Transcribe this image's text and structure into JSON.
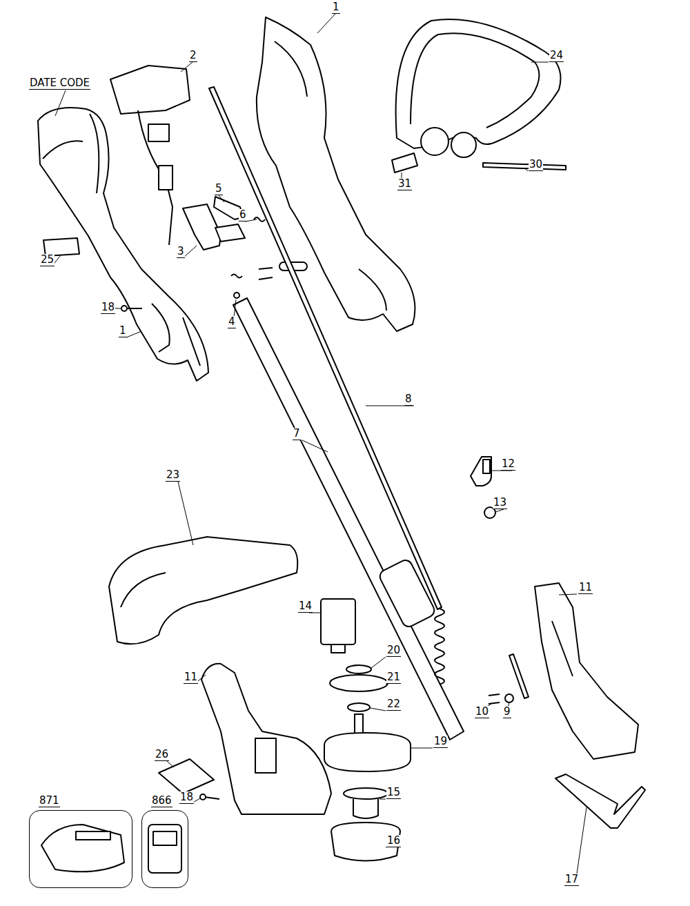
{
  "diagram": {
    "nodes": [
      {
        "text": [
          "871"
        ]
      },
      {
        "text": [
          "866"
        ]
      }
    ],
    "edges": [],
    "labels": [
      "1",
      "2",
      "24",
      "DATE CODE",
      "30",
      "31",
      "5",
      "6",
      "3",
      "25",
      "18",
      "4",
      "1",
      "8",
      "7",
      "12",
      "13",
      "23",
      "11",
      "14",
      "20",
      "21",
      "11",
      "22",
      "10",
      "9",
      "19",
      "26",
      "15",
      "18",
      "16",
      "17"
    ]
  }
}
